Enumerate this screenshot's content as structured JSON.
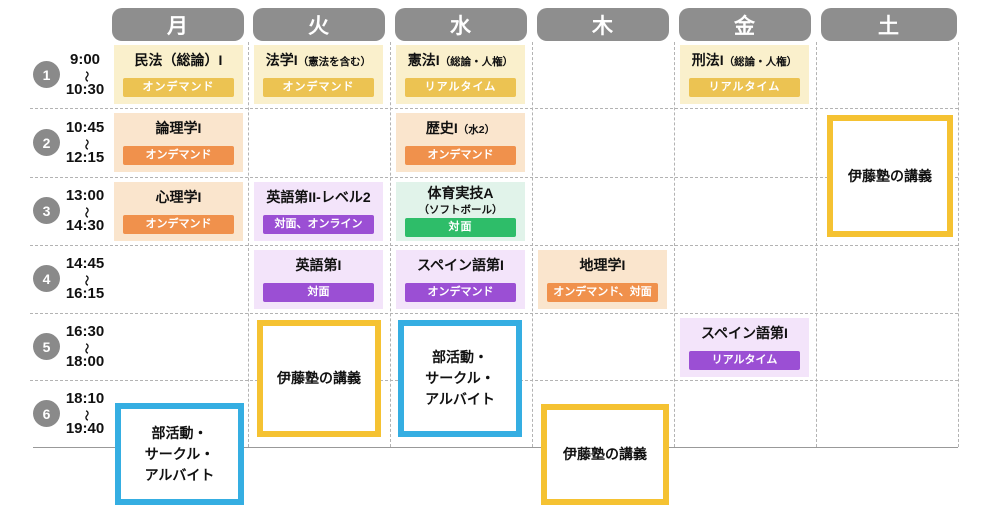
{
  "timetable": {
    "tilde": "〜"
  },
  "days": {
    "mon": "月",
    "tue": "火",
    "wed": "水",
    "thu": "木",
    "fri": "金",
    "sat": "土"
  },
  "periods": [
    {
      "num": "1",
      "start": "9:00",
      "end": "10:30"
    },
    {
      "num": "2",
      "start": "10:45",
      "end": "12:15"
    },
    {
      "num": "3",
      "start": "13:00",
      "end": "14:30"
    },
    {
      "num": "4",
      "start": "14:45",
      "end": "16:15"
    },
    {
      "num": "5",
      "start": "16:30",
      "end": "18:00"
    },
    {
      "num": "6",
      "start": "18:10",
      "end": "19:40"
    }
  ],
  "classes": {
    "civil_law": {
      "title": "民法（総論）I",
      "note": "",
      "badge": "オンデマンド"
    },
    "law_intro": {
      "title": "法学I",
      "note": "（憲法を含む）",
      "badge": "オンデマンド"
    },
    "constitution": {
      "title": "憲法I",
      "note": "（総論・人権）",
      "badge": "リアルタイム"
    },
    "criminal_law": {
      "title": "刑法I",
      "note": "（総論・人権）",
      "badge": "リアルタイム"
    },
    "logic": {
      "title": "論理学I",
      "note": "",
      "badge": "オンデマンド"
    },
    "history": {
      "title": "歴史I",
      "note": "（水2）",
      "badge": "オンデマンド"
    },
    "psychology": {
      "title": "心理学I",
      "note": "",
      "badge": "オンデマンド"
    },
    "english2": {
      "title": "英語第II-レベル2",
      "note": "",
      "badge": "対面、オンライン"
    },
    "pe": {
      "title": "体育実技A",
      "note": "（ソフトボール）",
      "badge": "対面"
    },
    "english1": {
      "title": "英語第I",
      "note": "",
      "badge": "対面"
    },
    "spanish_wed": {
      "title": "スペイン語第I",
      "note": "",
      "badge": "オンデマンド"
    },
    "geography": {
      "title": "地理学I",
      "note": "",
      "badge": "オンデマンド、対面"
    },
    "spanish_fri": {
      "title": "スペイン語第I",
      "note": "",
      "badge": "リアルタイム"
    }
  },
  "boxes": {
    "sat_juku": {
      "label": "伊藤塾の講義"
    },
    "tue_juku": {
      "label": "伊藤塾の講義"
    },
    "thu_juku": {
      "label": "伊藤塾の講義"
    },
    "wed_club": {
      "label": "部活動・\nサークル・\nアルバイト"
    },
    "mon_club": {
      "label": "部活動・\nサークル・\nアルバイト"
    }
  },
  "colors": {
    "header_gray": "#8e8e8e",
    "cell_yellow": "#faf0cc",
    "badge_gold": "#ecc352",
    "cell_peach": "#fae5cd",
    "badge_orange": "#f0914c",
    "cell_purple": "#f3e4fa",
    "badge_purple": "#9b4fd4",
    "cell_mint": "#e1f3ea",
    "badge_green": "#2ebd69",
    "outline_yellow": "#f5c232",
    "outline_blue": "#35aee2"
  }
}
